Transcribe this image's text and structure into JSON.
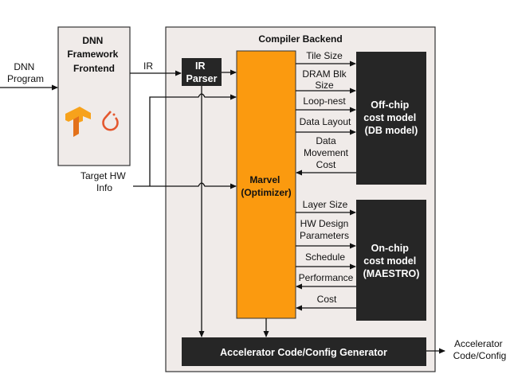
{
  "colors": {
    "box_fill": "#f0ebe9",
    "dark_box": "#262626",
    "optimizer": "#fb9a0f",
    "tensorflow": "#f7a21b",
    "pytorch": "#e4572e"
  },
  "inputs": {
    "dnn_program": [
      "DNN",
      "Program"
    ],
    "target_hw": [
      "Target HW",
      "Info"
    ]
  },
  "frontend": {
    "title": [
      "DNN",
      "Framework",
      "Frontend"
    ],
    "icons": [
      "tensorflow-logo",
      "pytorch-logo"
    ]
  },
  "ir_label": "IR",
  "backend": {
    "title": "Compiler Backend"
  },
  "ir_parser": [
    "IR",
    "Parser"
  ],
  "optimizer": [
    "Marvel",
    "(Optimizer)"
  ],
  "offchip": {
    "title": [
      "Off-chip",
      "cost model",
      "(DB model)"
    ],
    "signals": [
      "Tile Size",
      "DRAM Blk",
      "Size",
      "Loop-nest",
      "Data Layout",
      "Data",
      "Movement",
      "Cost"
    ]
  },
  "onchip": {
    "title": [
      "On-chip",
      "cost model",
      "(MAESTRO)"
    ],
    "signals": [
      "Layer Size",
      "HW Design",
      "Parameters",
      "Schedule",
      "Performance",
      "Cost"
    ]
  },
  "generator": "Accelerator Code/Config Generator",
  "output": [
    "Accelerator",
    "Code/Config"
  ]
}
